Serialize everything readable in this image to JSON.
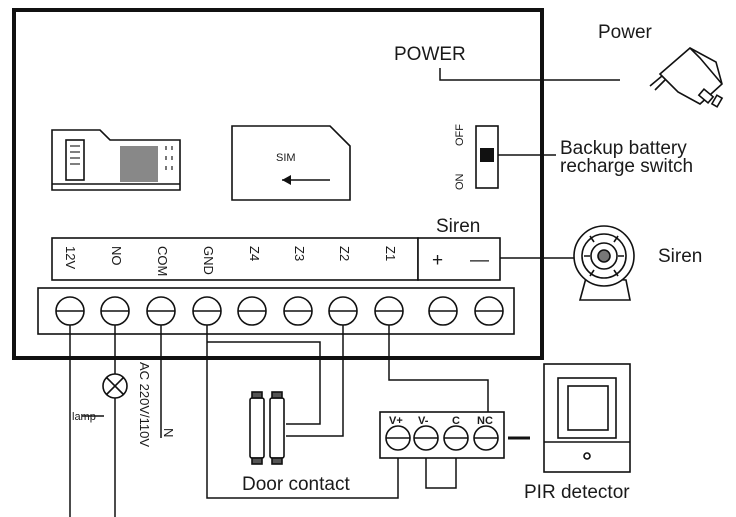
{
  "labels": {
    "power_main": "POWER",
    "power_adapter": "Power",
    "sim": "SIM",
    "switch_off": "OFF",
    "switch_on": "ON",
    "backup_line1": "Backup battery",
    "backup_line2": "recharge switch",
    "siren_header": "Siren",
    "siren_device": "Siren",
    "lamp": "lamp",
    "ac": "AC 220V/110V",
    "n": "N",
    "door_contact": "Door contact",
    "pir_detector": "PIR detector"
  },
  "terminals": [
    "12V",
    "NO",
    "COM",
    "GND",
    "Z4",
    "Z3",
    "Z2",
    "Z1",
    "+",
    "—"
  ],
  "pir_terminals": [
    "V+",
    "V-",
    "C",
    "NC"
  ]
}
